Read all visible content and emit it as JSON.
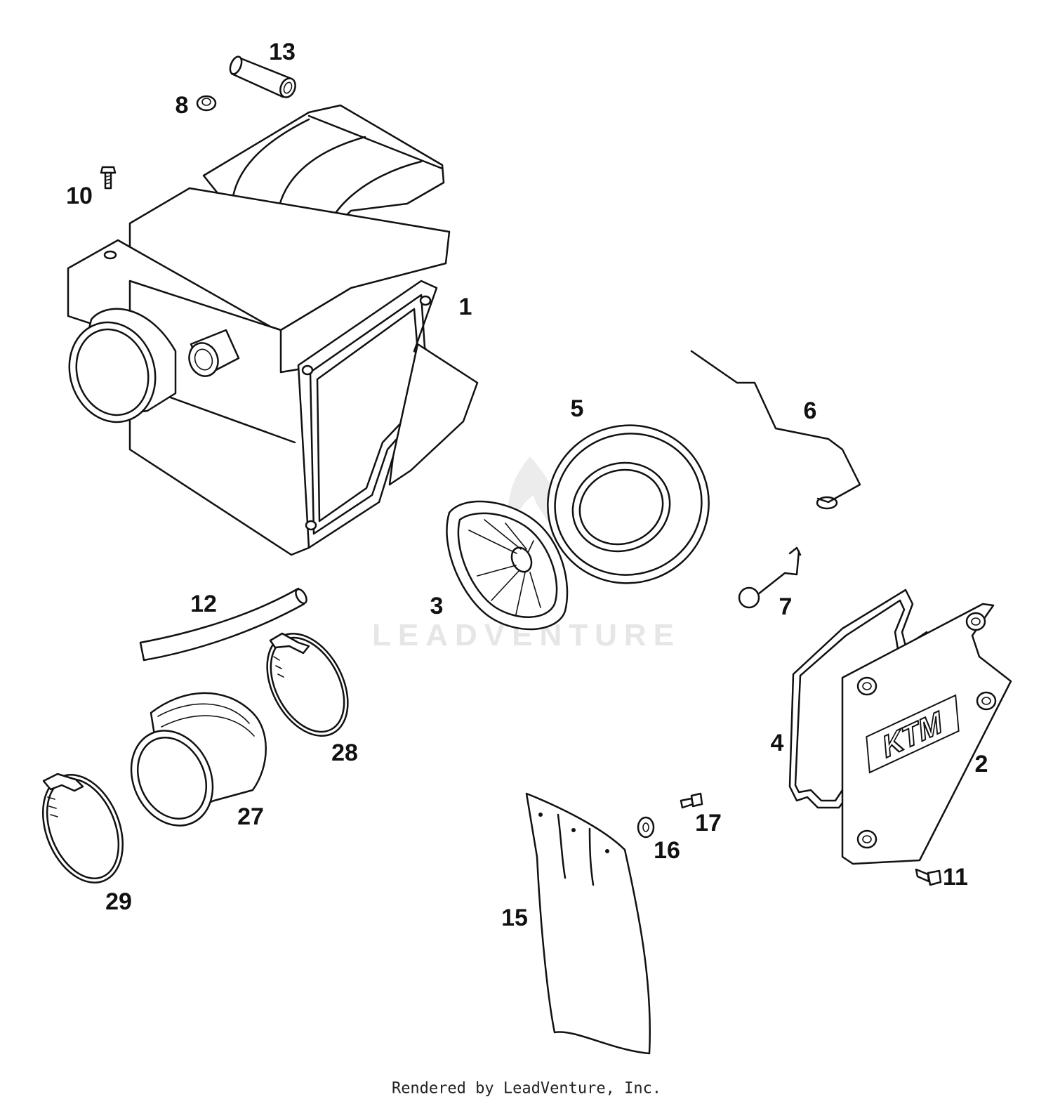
{
  "diagram": {
    "watermark": "LEADVENTURE",
    "footer": "Rendered by LeadVenture, Inc.",
    "logo_text": "KTM",
    "labels": {
      "p1": "1",
      "p2": "2",
      "p3": "3",
      "p4": "4",
      "p5": "5",
      "p6": "6",
      "p7": "7",
      "p8": "8",
      "p10": "10",
      "p11": "11",
      "p12": "12",
      "p13": "13",
      "p15": "15",
      "p16": "16",
      "p17": "17",
      "p27": "27",
      "p28": "28",
      "p29": "29"
    }
  }
}
